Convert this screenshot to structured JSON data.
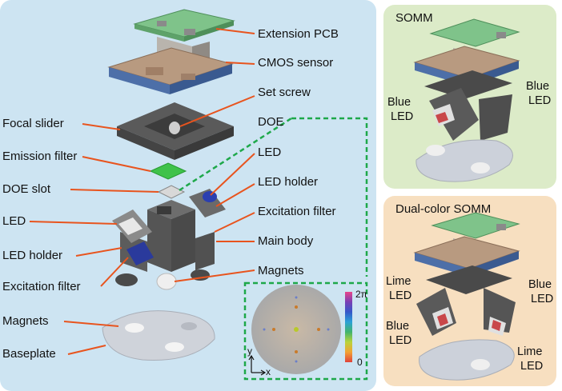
{
  "panels": {
    "somm_title": "SOMM",
    "dual_title": "Dual-color SOMM"
  },
  "labels": {
    "extension_pcb": "Extension PCB",
    "cmos_sensor": "CMOS sensor",
    "set_screw": "Set screw",
    "focal_slider": "Focal slider",
    "doe": "DOE",
    "emission_filter": "Emission filter",
    "led_right": "LED",
    "doe_slot": "DOE slot",
    "led_holder_right": "LED holder",
    "led_left": "LED",
    "excitation_filter_right": "Excitation filter",
    "main_body": "Main body",
    "led_holder_left": "LED holder",
    "magnets_right": "Magnets",
    "excitation_filter_left": "Excitation filter",
    "magnets_left": "Magnets",
    "baseplate": "Baseplate"
  },
  "somm_labels": {
    "blue_left_1": "Blue",
    "blue_left_2": "LED",
    "blue_right_1": "Blue",
    "blue_right_2": "LED"
  },
  "dual_labels": {
    "lime_tl_1": "Lime",
    "lime_tl_2": "LED",
    "blue_tr_1": "Blue",
    "blue_tr_2": "LED",
    "blue_bl_1": "Blue",
    "blue_bl_2": "LED",
    "lime_br_1": "Lime",
    "lime_br_2": "LED"
  },
  "inset": {
    "colorbar_max": "2π",
    "colorbar_min": "0",
    "axis_y": "y",
    "axis_x": "x"
  },
  "colors": {
    "leader_line": "#e8541e",
    "dashed_box": "#1ea84a",
    "main_panel_bg": "#cde4f2",
    "somm_panel_bg": "#dcebc8",
    "dual_panel_bg": "#f7dfc0"
  }
}
